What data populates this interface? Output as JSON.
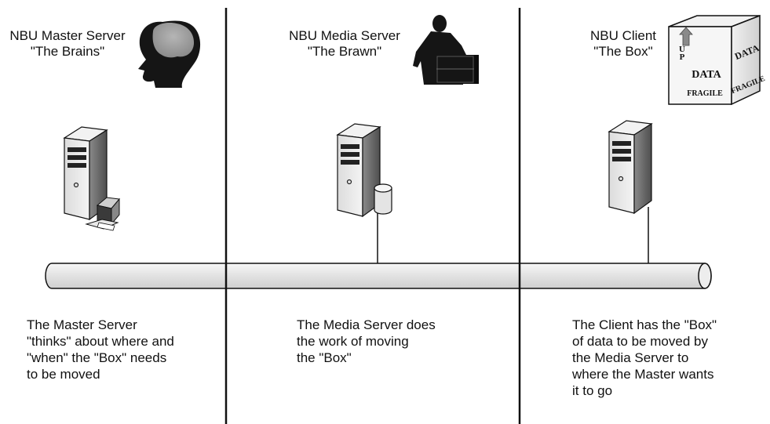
{
  "columns": [
    {
      "title_line1": "NBU Master Server",
      "title_line2": "\"The Brains\"",
      "icon": "head-silhouette-icon",
      "description": [
        "The Master Server",
        "\"thinks\" about where and",
        "\"when\" the \"Box\" needs",
        "to be moved"
      ]
    },
    {
      "title_line1": "NBU Media Server",
      "title_line2": "\"The Brawn\"",
      "icon": "person-carrying-box-icon",
      "description": [
        "The Media Server does",
        "the work of moving",
        "the \"Box\""
      ]
    },
    {
      "title_line1": "NBU Client",
      "title_line2": "\"The Box\"",
      "icon": "fragile-box-icon",
      "description": [
        "The Client has the \"Box\"",
        "of data to be moved by",
        "the Media Server to",
        "where the Master wants",
        "it to go"
      ]
    }
  ],
  "box_labels": {
    "up": "UP",
    "data_front": "DATA",
    "fragile_front": "FRAGILE",
    "data_side": "DATA",
    "fragile_side": "FRAGILE"
  },
  "colors": {
    "server_light": "#e6e6e6",
    "server_dark": "#6b6b6b",
    "network_bus": "#e8e8e8",
    "divider": "#111111"
  }
}
